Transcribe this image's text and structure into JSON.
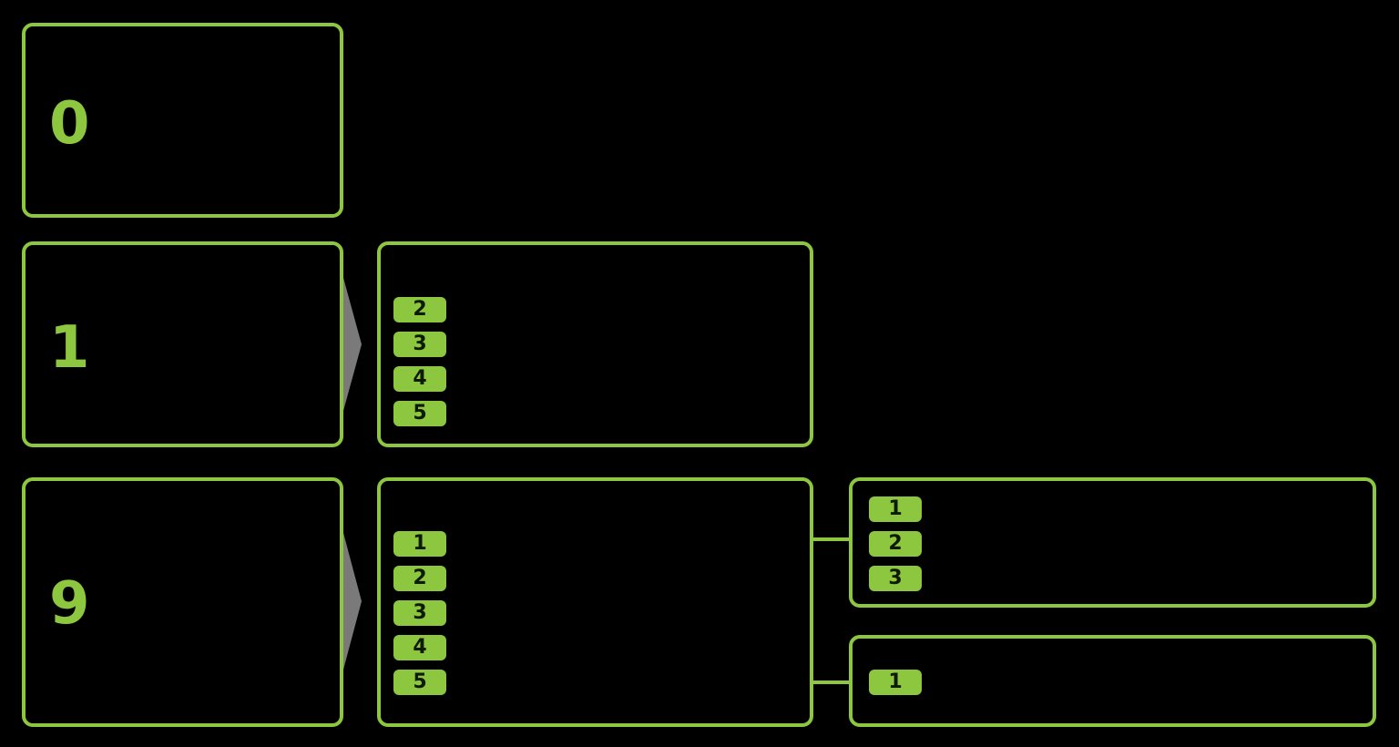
{
  "colors": {
    "background": "#000000",
    "accent": "#8dc63f",
    "arrow": "#7a7a7a"
  },
  "rows": [
    {
      "label": "0"
    },
    {
      "label": "1",
      "items": [
        "2",
        "3",
        "4",
        "5"
      ]
    },
    {
      "label": "9",
      "items": [
        "1",
        "2",
        "3",
        "4",
        "5"
      ]
    }
  ],
  "subgroups": [
    {
      "items": [
        "1",
        "2",
        "3"
      ]
    },
    {
      "items": [
        "1"
      ]
    }
  ]
}
